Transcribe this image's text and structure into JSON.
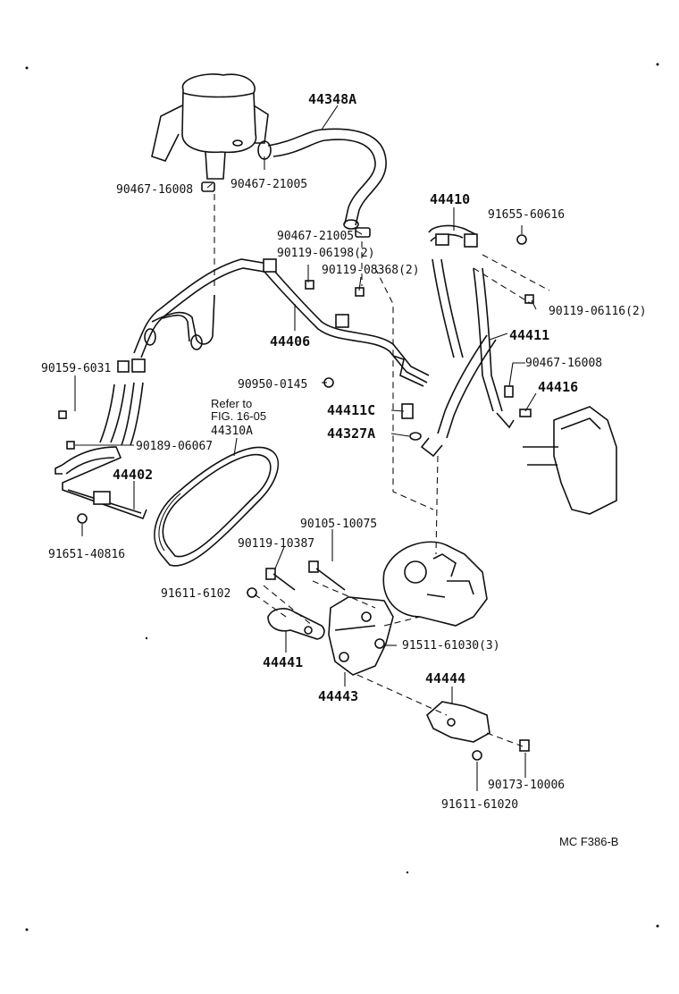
{
  "drawing_code": "MC F386-B",
  "reference_note": {
    "line1": "Refer to",
    "line2": "FIG. 16-05"
  },
  "parts": [
    {
      "id": "p44348A",
      "label": "44348A"
    },
    {
      "id": "p90467_16008a",
      "label": "90467-16008"
    },
    {
      "id": "p90467_21005a",
      "label": "90467-21005"
    },
    {
      "id": "p90467_21005b",
      "label": "90467-21005"
    },
    {
      "id": "p90119_06198",
      "label": "90119-06198(2)"
    },
    {
      "id": "p90119_08368",
      "label": "90119-08368(2)"
    },
    {
      "id": "p44410",
      "label": "44410"
    },
    {
      "id": "p91655_60616",
      "label": "91655-60616"
    },
    {
      "id": "p90119_06116",
      "label": "90119-06116(2)"
    },
    {
      "id": "p44406",
      "label": "44406"
    },
    {
      "id": "p44411",
      "label": "44411"
    },
    {
      "id": "p90159_60314",
      "label": "90159-6031"
    },
    {
      "id": "p90950_01453",
      "label": "90950-0145"
    },
    {
      "id": "p90467_16008b",
      "label": "90467-16008"
    },
    {
      "id": "p44416",
      "label": "44416"
    },
    {
      "id": "p44411C",
      "label": "44411C"
    },
    {
      "id": "p44327A",
      "label": "44327A"
    },
    {
      "id": "p44310A",
      "label": "44310A"
    },
    {
      "id": "p90189_06067",
      "label": "90189-06067"
    },
    {
      "id": "p44402",
      "label": "44402"
    },
    {
      "id": "p91651_40816",
      "label": "91651-40816"
    },
    {
      "id": "p90105_10075",
      "label": "90105-10075"
    },
    {
      "id": "p90119_10387",
      "label": "90119-10387"
    },
    {
      "id": "p91611_61020a",
      "label": "91611-6102"
    },
    {
      "id": "p91511_61030",
      "label": "91511-61030(3)"
    },
    {
      "id": "p44441",
      "label": "44441"
    },
    {
      "id": "p44443",
      "label": "44443"
    },
    {
      "id": "p44444",
      "label": "44444"
    },
    {
      "id": "p90173_10006",
      "label": "90173-10006"
    },
    {
      "id": "p91611_61020b",
      "label": "91611-61020"
    }
  ]
}
